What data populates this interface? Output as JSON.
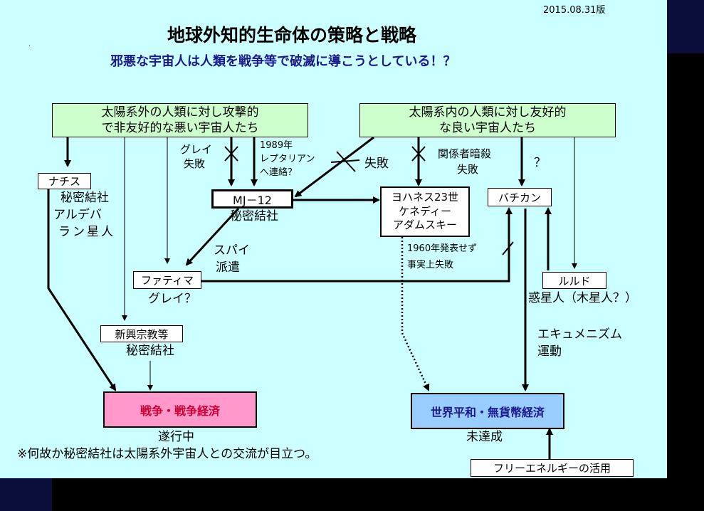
{
  "version": "2015.08.31版",
  "title": "地球外知的生命体の策略と戦略",
  "subtitle": "邪悪な宇宙人は人類を戦争等で破滅に導こうとしている！？",
  "boxes": {
    "hostile_l1": "太陽系外の人類に対し攻撃的",
    "hostile_l2": "で非友好的な悪い宇宙人たち",
    "friendly_l1": "太陽系内の人類に対し友好的",
    "friendly_l2": "な良い宇宙人たち",
    "nazis": "ナチス",
    "mj12": "MJ－12",
    "john_l1": "ヨハネス23世",
    "john_l2": "ケネディー",
    "john_l3": "アダムスキー",
    "vatican": "バチカン",
    "fatima": "ファティマ",
    "lourdes": "ルルド",
    "religion": "新興宗教等",
    "war": "戦争・戦争経済",
    "peace": "世界平和・無貨幣経済",
    "free_energy": "フリーエネルギーの活用"
  },
  "labels": {
    "nazi_l1": "秘密結社",
    "nazi_l2": "アルデバ",
    "nazi_l3": "ラン星人",
    "grey_fail_l1": "グレイ",
    "grey_fail_l2": "失敗",
    "reptilian_l1": "1989年",
    "reptilian_l2": "レプタリアン",
    "reptilian_l3": "へ連絡？",
    "mj12_sub": "秘密結社",
    "fail": "失敗",
    "assassin_l1": "関係者暗殺",
    "assassin_l2": "失敗",
    "question": "？",
    "spy_l1": "スパイ",
    "spy_l2": "派遣",
    "unpub_l1": "1960年発表せず",
    "unpub_l2": "事実上失敗",
    "grey_q": "グレイ？",
    "planet_people": "惑星人（木星人？）",
    "religion_sub": "秘密結社",
    "ecumen_l1": "エキュメニズム",
    "ecumen_l2": "運動",
    "ongoing": "遂行中",
    "not_achieved": "未達成",
    "note": "※何故か秘密結社は太陽系外宇宙人との交流が目立つ。"
  },
  "colors": {
    "background": "#ccffff",
    "green_box": "#ccffcc",
    "war_box": "#ff99cc",
    "peace_box": "#99ccff",
    "subtitle": "#1a1a8c"
  }
}
